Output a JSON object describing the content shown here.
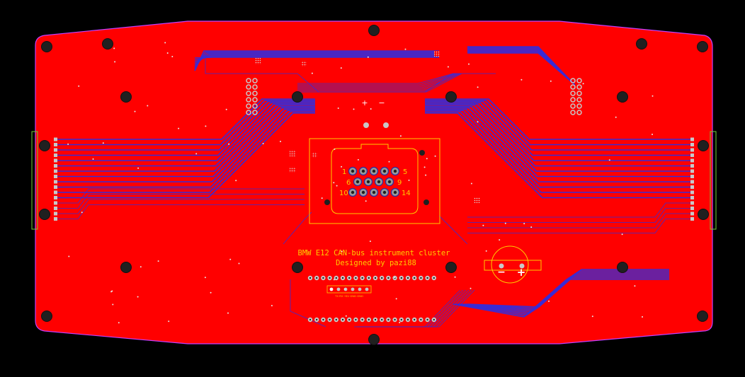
{
  "view": "PCB layout - bottom copper layer",
  "colors": {
    "background": "#000000",
    "copper_fill": "#ff0000",
    "trace": "#3a2bd4",
    "silkscreen": "#ffcc00",
    "outline": "#c040ff",
    "pad_ring": "#c8c8c8",
    "drill": "#202020",
    "edge_component": "#6fd13a"
  },
  "silkscreen": {
    "title_line1": "BMW E12 CAN-bus instrument cluster",
    "title_line2": "Designed by pazi88",
    "connector_pins": {
      "pin_1": "1",
      "pin_5": "5",
      "pin_6": "6",
      "pin_9": "9",
      "pin_10": "10",
      "pin_14": "14"
    },
    "header_labels": "TX RX +5V GND GND",
    "battery_minus": "−",
    "battery_plus": "+",
    "polarity_plus": "+",
    "polarity_minus": "−"
  }
}
